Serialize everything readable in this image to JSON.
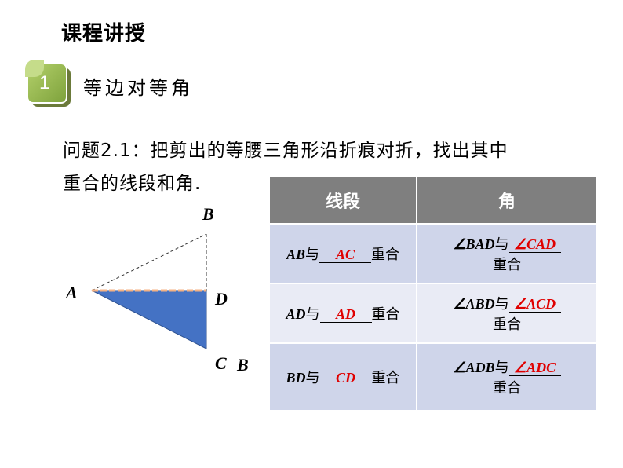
{
  "title": "课程讲授",
  "section": {
    "number": "1",
    "title": "等边对等角"
  },
  "question": {
    "line1": "问题2.1：把剪出的等腰三角形沿折痕对折，找出其中",
    "line2": "重合的线段和角."
  },
  "figure": {
    "labels": {
      "A": "A",
      "B_top": "B",
      "D": "D",
      "C": "C",
      "B_bottom": "B"
    },
    "fill_color": "#4472c4"
  },
  "table": {
    "headers": [
      "线段",
      "角"
    ],
    "rows": [
      {
        "seg": "AB",
        "seg_ans": "AC",
        "ang": "∠BAD",
        "ang_ans": "∠CAD"
      },
      {
        "seg": "AD",
        "seg_ans": "AD",
        "ang": "∠ABD",
        "ang_ans": "∠ACD"
      },
      {
        "seg": "BD",
        "seg_ans": "CD",
        "ang": "∠ADB",
        "ang_ans": "∠ADC"
      }
    ],
    "with": "与",
    "coincide": "重合"
  }
}
